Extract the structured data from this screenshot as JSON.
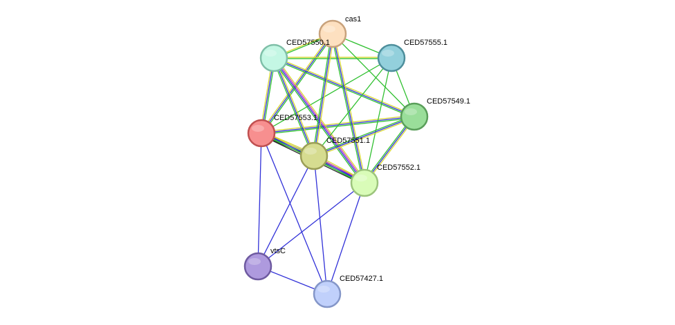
{
  "network": {
    "nodes": [
      {
        "id": "cas1",
        "label": "cas1",
        "fill": "#fde0c0",
        "stroke": "#c8a27c"
      },
      {
        "id": "CED57550.1",
        "label": "CED57550.1",
        "fill": "#c4f7e4",
        "stroke": "#7fbfa8"
      },
      {
        "id": "CED57555.1",
        "label": "CED57555.1",
        "fill": "#93d0dc",
        "stroke": "#4e8f9c"
      },
      {
        "id": "CED57549.1",
        "label": "CED57549.1",
        "fill": "#9ade9a",
        "stroke": "#5a9e5a"
      },
      {
        "id": "CED57553.1",
        "label": "CED57553.1",
        "fill": "#f78f8f",
        "stroke": "#c05050"
      },
      {
        "id": "CED57551.1",
        "label": "CED57551.1",
        "fill": "#d6dc90",
        "stroke": "#9a9e56"
      },
      {
        "id": "CED57552.1",
        "label": "CED57552.1",
        "fill": "#d9fcb8",
        "stroke": "#9cc47c"
      },
      {
        "id": "vtsC",
        "label": "vtsC",
        "fill": "#ae9ade",
        "stroke": "#6e5aa0"
      },
      {
        "id": "CED57427.1",
        "label": "CED57427.1",
        "fill": "#c0d0fb",
        "stroke": "#8496c8"
      }
    ],
    "edges": [
      {
        "source": "CED57553.1",
        "target": "CED57551.1",
        "colors": [
          "#d8d830",
          "#3030d8",
          "#30c030",
          "#2a2a2a"
        ]
      },
      {
        "source": "CED57553.1",
        "target": "CED57552.1",
        "colors": [
          "#d8d830",
          "#3030d8",
          "#30c030",
          "#2a2a2a"
        ]
      },
      {
        "source": "CED57553.1",
        "target": "CED57549.1",
        "colors": [
          "#d8d830",
          "#3030d8",
          "#30c030"
        ]
      },
      {
        "source": "CED57553.1",
        "target": "CED57550.1",
        "colors": [
          "#d8d830",
          "#3030d8",
          "#30c030"
        ]
      },
      {
        "source": "CED57553.1",
        "target": "cas1",
        "colors": [
          "#d8d830",
          "#3030d8",
          "#30c030"
        ]
      },
      {
        "source": "CED57553.1",
        "target": "CED57555.1",
        "colors": [
          "#30c030"
        ]
      },
      {
        "source": "CED57553.1",
        "target": "vtsC",
        "colors": [
          "#3030d8"
        ]
      },
      {
        "source": "CED57553.1",
        "target": "CED57427.1",
        "colors": [
          "#3030d8"
        ]
      },
      {
        "source": "CED57550.1",
        "target": "CED57551.1",
        "colors": [
          "#d8d830",
          "#3030d8",
          "#30c030"
        ]
      },
      {
        "source": "CED57550.1",
        "target": "CED57552.1",
        "colors": [
          "#d8d830",
          "#c030c0",
          "#3030d8",
          "#30c030"
        ]
      },
      {
        "source": "CED57550.1",
        "target": "CED57549.1",
        "colors": [
          "#d8d830",
          "#3030d8",
          "#30c030"
        ]
      },
      {
        "source": "CED57550.1",
        "target": "cas1",
        "colors": [
          "#d8d830",
          "#30c030"
        ]
      },
      {
        "source": "CED57550.1",
        "target": "CED57555.1",
        "colors": [
          "#d8d830",
          "#30c030"
        ]
      },
      {
        "source": "cas1",
        "target": "CED57551.1",
        "colors": [
          "#d8d830",
          "#3030d8",
          "#30c030"
        ]
      },
      {
        "source": "cas1",
        "target": "CED57552.1",
        "colors": [
          "#d8d830",
          "#3030d8",
          "#30c030"
        ]
      },
      {
        "source": "cas1",
        "target": "CED57549.1",
        "colors": [
          "#30c030"
        ]
      },
      {
        "source": "cas1",
        "target": "CED57555.1",
        "colors": [
          "#30c030"
        ]
      },
      {
        "source": "CED57555.1",
        "target": "CED57551.1",
        "colors": [
          "#30c030"
        ]
      },
      {
        "source": "CED57555.1",
        "target": "CED57552.1",
        "colors": [
          "#30c030"
        ]
      },
      {
        "source": "CED57555.1",
        "target": "CED57549.1",
        "colors": [
          "#30c030"
        ]
      },
      {
        "source": "CED57549.1",
        "target": "CED57551.1",
        "colors": [
          "#d8d830",
          "#3030d8",
          "#30c030"
        ]
      },
      {
        "source": "CED57549.1",
        "target": "CED57552.1",
        "colors": [
          "#d8d830",
          "#3030d8",
          "#30c030"
        ]
      },
      {
        "source": "CED57551.1",
        "target": "CED57552.1",
        "colors": [
          "#d8d830",
          "#c030c0",
          "#3030d8",
          "#30c030"
        ]
      },
      {
        "source": "CED57551.1",
        "target": "vtsC",
        "colors": [
          "#3030d8"
        ]
      },
      {
        "source": "CED57551.1",
        "target": "CED57427.1",
        "colors": [
          "#3030d8"
        ]
      },
      {
        "source": "CED57552.1",
        "target": "vtsC",
        "colors": [
          "#3030d8"
        ]
      },
      {
        "source": "CED57552.1",
        "target": "CED57427.1",
        "colors": [
          "#3030d8"
        ]
      },
      {
        "source": "vtsC",
        "target": "CED57427.1",
        "colors": [
          "#3030d8"
        ]
      }
    ]
  }
}
